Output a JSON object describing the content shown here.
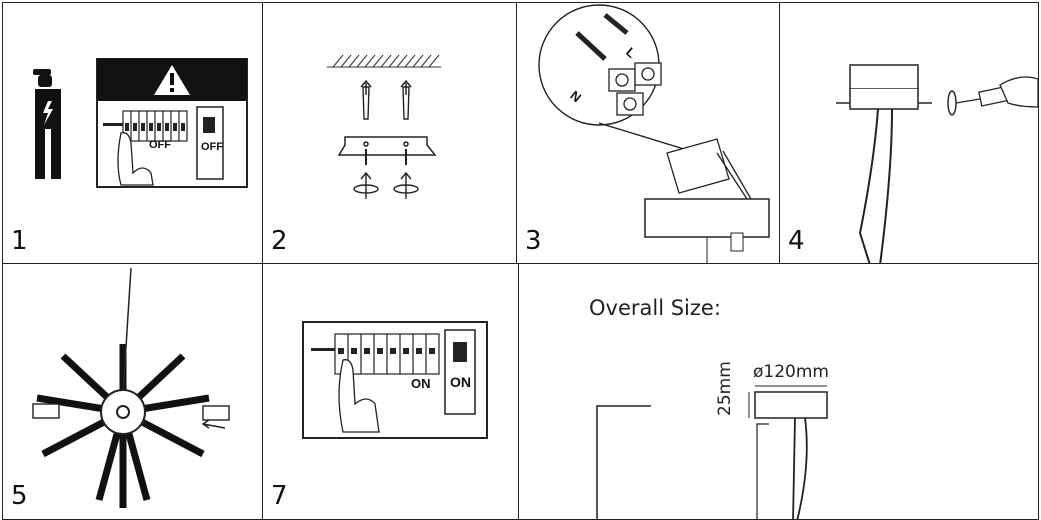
{
  "steps": [
    {
      "number": "1",
      "switch_label": "OFF",
      "breaker_label": "OFF"
    },
    {
      "number": "2"
    },
    {
      "number": "3",
      "wire_l": "L",
      "wire_n": "N"
    },
    {
      "number": "4"
    },
    {
      "number": "5"
    },
    {
      "number": "7",
      "switch_label": "ON",
      "breaker_label": "ON"
    }
  ],
  "overall": {
    "heading": "Overall Size:",
    "diameter": "ø120mm",
    "height": "25mm"
  }
}
